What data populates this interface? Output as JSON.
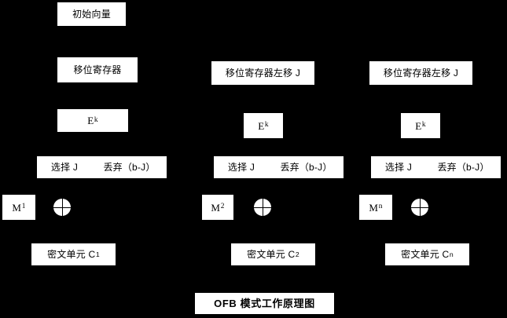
{
  "diagram": {
    "title": "OFB 模式工作原理图",
    "background_color": "#000000",
    "box_color": "#ffffff",
    "text_color": "#000000",
    "columns": [
      {
        "id": "column-1",
        "initial_vector": "初始向量",
        "shift_register": "移位寄存器",
        "encrypt": "E",
        "encrypt_subscript": "k",
        "select": "选择 J",
        "discard": "丢弃（b-J）",
        "plaintext": "M",
        "plaintext_subscript": "1",
        "xor": "xor-symbol",
        "ciphertext": "密文单元 C",
        "ciphertext_subscript": "1"
      },
      {
        "id": "column-2",
        "shift_register": "移位寄存器左移 J",
        "encrypt": "E",
        "encrypt_subscript": "k",
        "select": "选择 J",
        "discard": "丢弃（b-J）",
        "plaintext": "M",
        "plaintext_subscript": "2",
        "xor": "xor-symbol",
        "ciphertext": "密文单元 C",
        "ciphertext_subscript": "2"
      },
      {
        "id": "column-3",
        "shift_register": "移位寄存器左移 J",
        "encrypt": "E",
        "encrypt_subscript": "k",
        "select": "选择 J",
        "discard": "丢弃（b-J）",
        "plaintext": "M",
        "plaintext_subscript": "n",
        "xor": "xor-symbol",
        "ciphertext": "密文单元 C",
        "ciphertext_subscript": "n"
      }
    ]
  }
}
